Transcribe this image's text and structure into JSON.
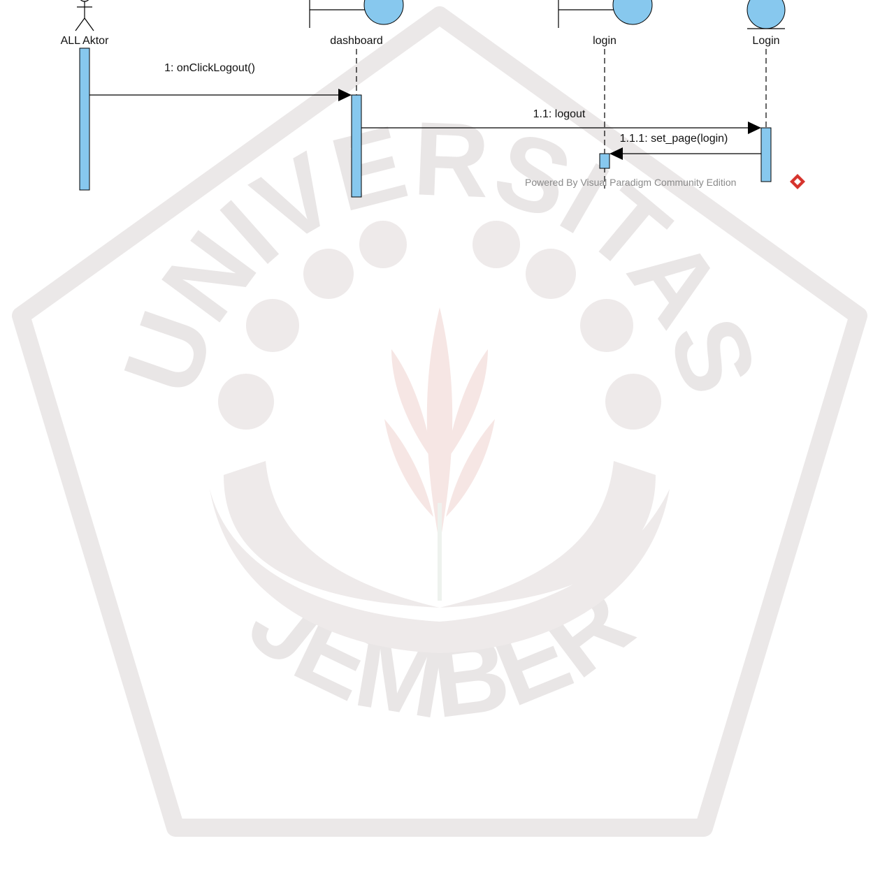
{
  "diagram": {
    "participants": [
      {
        "id": "actor",
        "kind": "actor",
        "label": "ALL Aktor"
      },
      {
        "id": "dashboard",
        "kind": "boundary",
        "label": "dashboard"
      },
      {
        "id": "login",
        "kind": "boundary",
        "label": "login"
      },
      {
        "id": "login2",
        "kind": "entity",
        "label": "Login"
      }
    ],
    "messages": [
      {
        "label": "1: onClickLogout()",
        "from": "ALL Aktor",
        "to": "dashboard"
      },
      {
        "label": "1.1: logout",
        "from": "dashboard",
        "to": "Login"
      },
      {
        "label": "1.1.1: set_page(login)",
        "from": "Login",
        "to": "login"
      }
    ],
    "footer": "Powered By  Visual Paradigm Community Edition"
  },
  "watermark": {
    "top_text": "UNIVERSITAS",
    "bottom_text": "JEMBER"
  },
  "colors": {
    "accent": "#87c8ee",
    "line": "#000000",
    "watermark": "#e9e6e6",
    "vp_logo": "#d6342d"
  }
}
